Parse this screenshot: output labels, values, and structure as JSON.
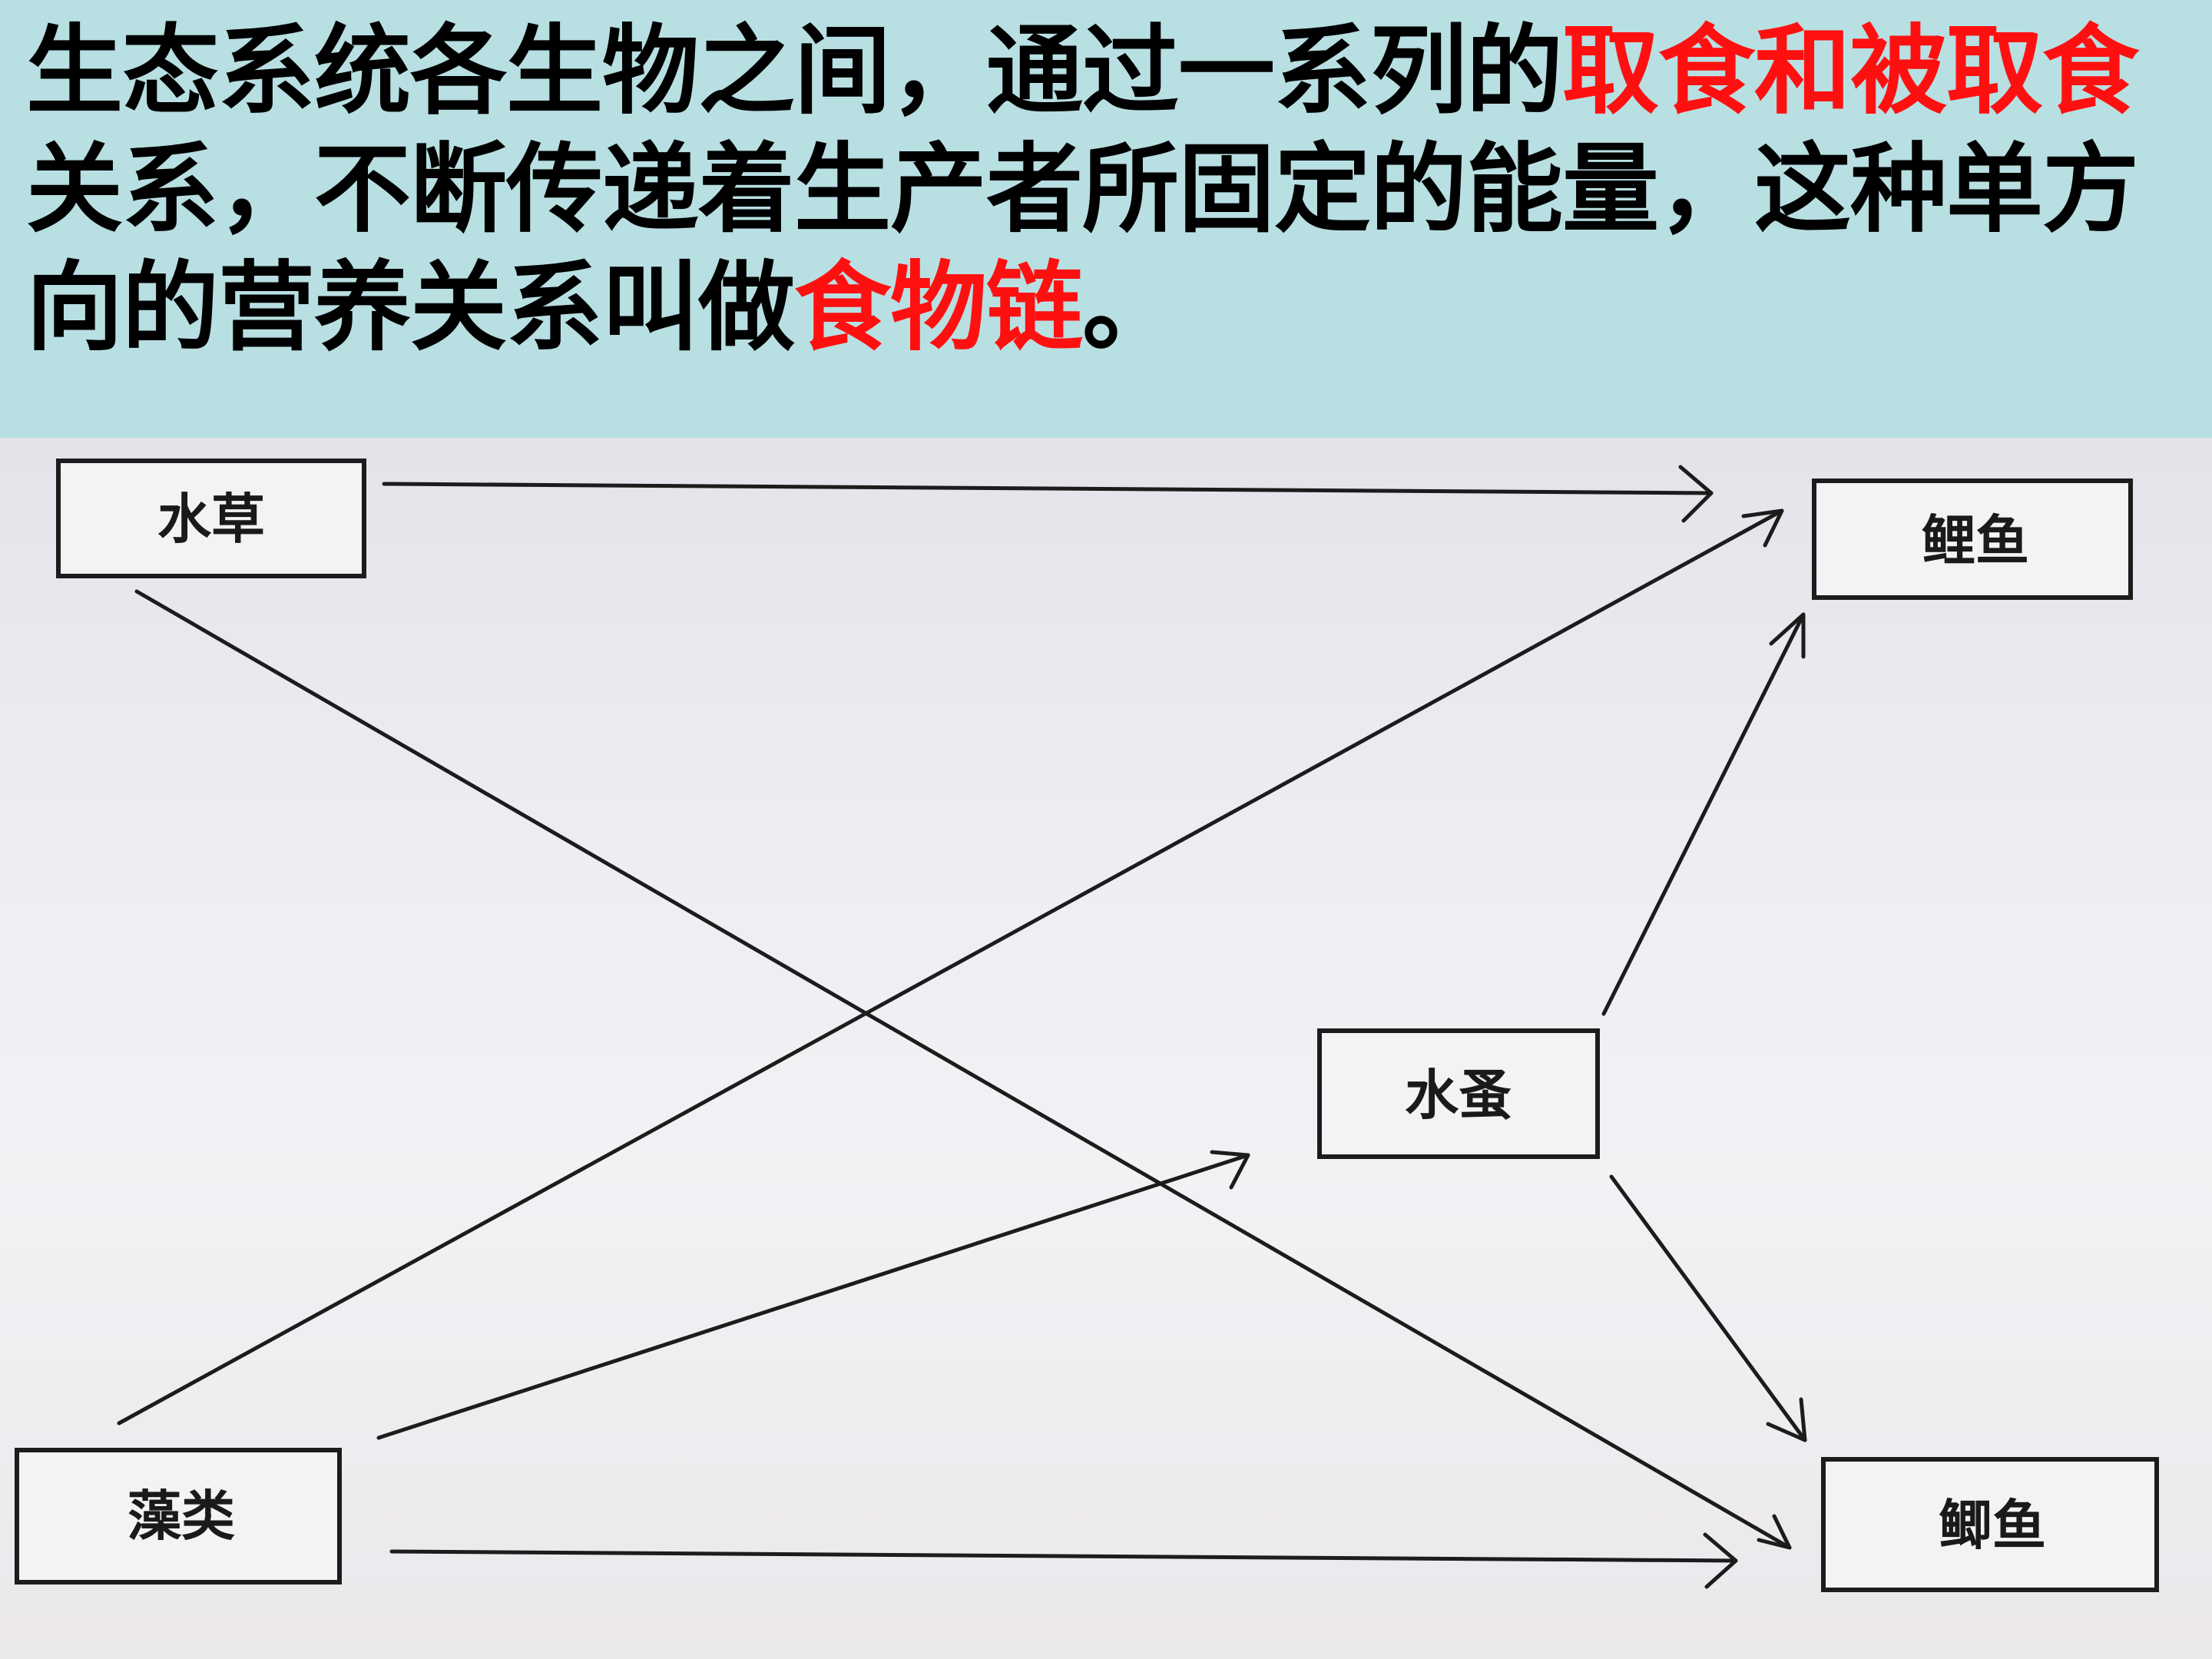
{
  "header": {
    "text_part1": "生态系统各生物之间，通过一系列的",
    "text_highlight1": "取食和被取食",
    "text_part2": "关系，不断传递着生产者所固定的能量，这种单方向的营养关系叫做",
    "text_highlight2": "食物链",
    "text_part3": "。",
    "highlight_color": "#ff1010"
  },
  "diagram": {
    "nodes": {
      "shuicao": "水草",
      "liyu": "鲤鱼",
      "shuizao": "水蚤",
      "zaolei": "藻类",
      "jiyu": "鲫鱼"
    },
    "edges": [
      {
        "from": "水草",
        "to": "鲤鱼"
      },
      {
        "from": "水草",
        "to": "鲫鱼"
      },
      {
        "from": "藻类",
        "to": "鲤鱼"
      },
      {
        "from": "藻类",
        "to": "水蚤"
      },
      {
        "from": "藻类",
        "to": "鲫鱼"
      },
      {
        "from": "水蚤",
        "to": "鲤鱼"
      },
      {
        "from": "水蚤",
        "to": "鲫鱼"
      }
    ]
  }
}
